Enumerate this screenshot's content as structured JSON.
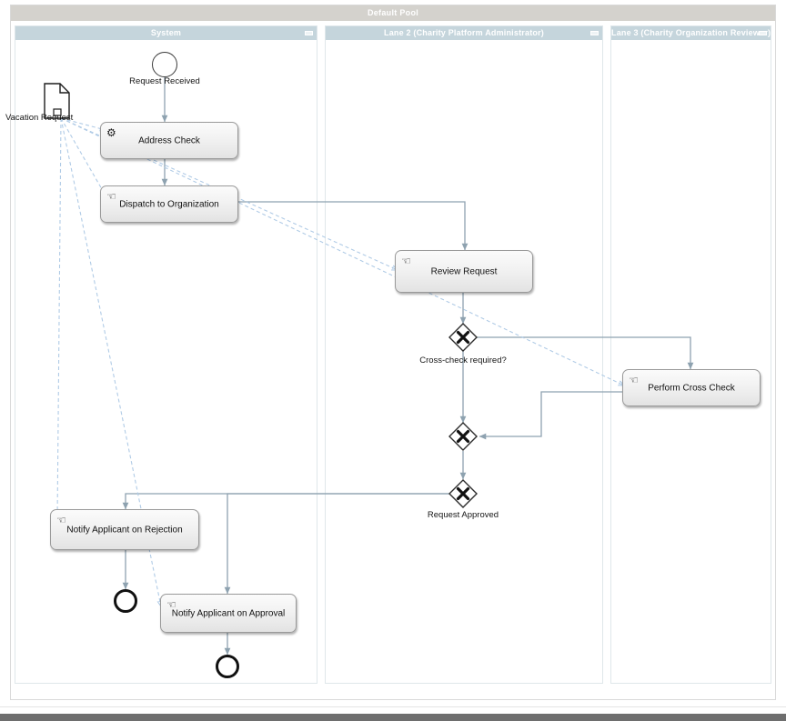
{
  "pool": {
    "title": "Default Pool"
  },
  "lanes": [
    {
      "id": "lane-1",
      "label": "System",
      "collapse_icon": "minimize-icon"
    },
    {
      "id": "lane-2",
      "label": "Lane 2 (Charity Platform Administrator)",
      "collapse_icon": "minimize-icon"
    },
    {
      "id": "lane-3",
      "label": "Lane 3 (Charity Organization Reviewer)",
      "collapse_icon": "minimize-icon"
    }
  ],
  "events": [
    {
      "id": "start-event",
      "type": "start",
      "label": "Request Received"
    },
    {
      "id": "end-event-rejection",
      "type": "end",
      "label": ""
    },
    {
      "id": "end-event-approval",
      "type": "end",
      "label": ""
    }
  ],
  "tasks": [
    {
      "id": "address-check",
      "label": "Address Check",
      "icon": "service-task-gear-icon"
    },
    {
      "id": "dispatch-to-organization",
      "label": "Dispatch to Organization",
      "icon": "manual-task-hand-icon"
    },
    {
      "id": "review-request",
      "label": "Review  Request",
      "icon": "manual-task-hand-icon"
    },
    {
      "id": "perform-cross-check",
      "label": "Perform Cross Check",
      "icon": "manual-task-hand-icon"
    },
    {
      "id": "notify-applicant-rejection",
      "label": "Notify Applicant on Rejection",
      "icon": "manual-task-hand-icon"
    },
    {
      "id": "notify-applicant-approval",
      "label": "Notify Applicant on Approval",
      "icon": "manual-task-hand-icon"
    }
  ],
  "gateways": [
    {
      "id": "gateway-cross-check-required",
      "type": "exclusive",
      "label": "Cross-check required?"
    },
    {
      "id": "gateway-cross-check-merge",
      "type": "exclusive",
      "label": ""
    },
    {
      "id": "gateway-request-approved",
      "type": "exclusive",
      "label": "Request Approved"
    }
  ],
  "data_objects": [
    {
      "id": "vacation-request",
      "label": "Vacation Request"
    }
  ],
  "colors": {
    "pool_header": "#d4d2cd",
    "lane_header": "#c5d5dc",
    "lane_border": "#dfe7ea",
    "sequence_flow": "#8ea2b0",
    "data_association": "#b9d2ea",
    "task_border": "#9a9a9a",
    "footer_bar": "#6e6e6e"
  }
}
